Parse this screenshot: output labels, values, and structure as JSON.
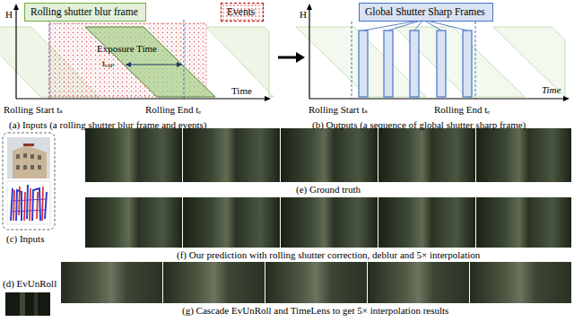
{
  "diagram": {
    "nodes": [
      {
        "text": [
          "Rolling shutter blur frame"
        ]
      },
      {
        "text": [
          "Events"
        ]
      },
      {
        "text": [
          "Global Shutter Sharp Frames"
        ]
      }
    ],
    "labels": [
      "H",
      "Time",
      "Exposure Time",
      "tₑₓₚ",
      "Rolling Start tₛ",
      "Rolling End tₑ",
      "(a) Inputs (a rolling shutter blur frame and events)",
      "H",
      "Time",
      "Rolling Start tₛ",
      "Rolling End tₑ",
      "(b) Outputs (a sequence of global shutter sharp frame)",
      "(c) Inputs",
      "(d) EvUnRoll",
      "(e) Ground truth",
      "(f) Our prediction with rolling shutter correction, deblur and 5× interpolation",
      "(g) Cascade EvUnRoll and TimeLens to get 5× interpolation results"
    ]
  }
}
